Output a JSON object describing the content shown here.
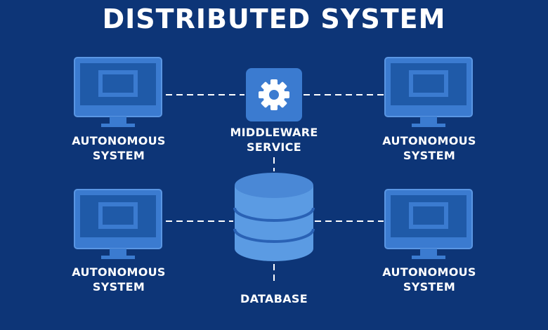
{
  "title": "DISTRIBUTED SYSTEM",
  "colors": {
    "background": "#0d3577",
    "node_fill": "#3b7bd0",
    "node_stroke": "#4f8fe0",
    "screen_dark": "#1d5aa9",
    "connector": "#ffffff",
    "text": "#ffffff"
  },
  "nodes": {
    "top_left": {
      "label": "AUTONOMOUS\nSYSTEM",
      "icon": "monitor-icon"
    },
    "top_right": {
      "label": "AUTONOMOUS\nSYSTEM",
      "icon": "monitor-icon"
    },
    "bottom_left": {
      "label": "AUTONOMOUS\nSYSTEM",
      "icon": "monitor-icon"
    },
    "bottom_right": {
      "label": "AUTONOMOUS\nSYSTEM",
      "icon": "monitor-icon"
    },
    "middleware": {
      "label": "MIDDLEWARE\nSERVICE",
      "icon": "gear-icon"
    },
    "database": {
      "label": "DATABASE",
      "icon": "database-icon"
    }
  }
}
